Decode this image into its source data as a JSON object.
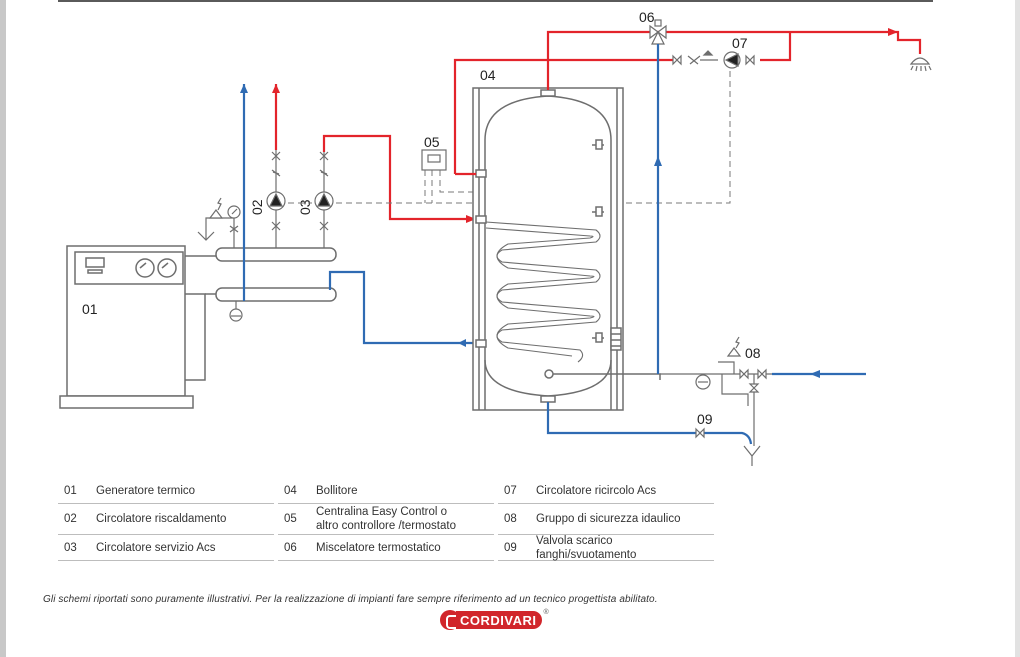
{
  "diagram": {
    "labels": {
      "c01": "01",
      "c02": "02",
      "c03": "03",
      "c04": "04",
      "c05": "05",
      "c06": "06",
      "c07": "07",
      "c08": "08",
      "c09": "09"
    },
    "colors": {
      "hot": "#e3242b",
      "cold": "#2f6bb3",
      "equipment": "#6e6e6e"
    }
  },
  "legend": {
    "rows": [
      [
        {
          "code": "01",
          "text": "Generatore termico"
        },
        {
          "code": "04",
          "text": "Bollitore"
        },
        {
          "code": "07",
          "text": "Circolatore ricircolo Acs"
        }
      ],
      [
        {
          "code": "02",
          "text": "Circolatore riscaldamento"
        },
        {
          "code": "05",
          "text": "Centralina Easy Control o altro controllore /termostato"
        },
        {
          "code": "08",
          "text": "Gruppo di sicurezza idaulico"
        }
      ],
      [
        {
          "code": "03",
          "text": "Circolatore servizio Acs"
        },
        {
          "code": "06",
          "text": "Miscelatore termostatico"
        },
        {
          "code": "09",
          "text": "Valvola scarico fanghi/svuotamento"
        }
      ]
    ]
  },
  "footer": {
    "note": "Gli schemi riportati sono puramente illustrativi. Per la realizzazione di impianti fare sempre riferimento ad un tecnico progettista abilitato.",
    "brand": "CORDIVARI",
    "brand_reg": "®"
  }
}
